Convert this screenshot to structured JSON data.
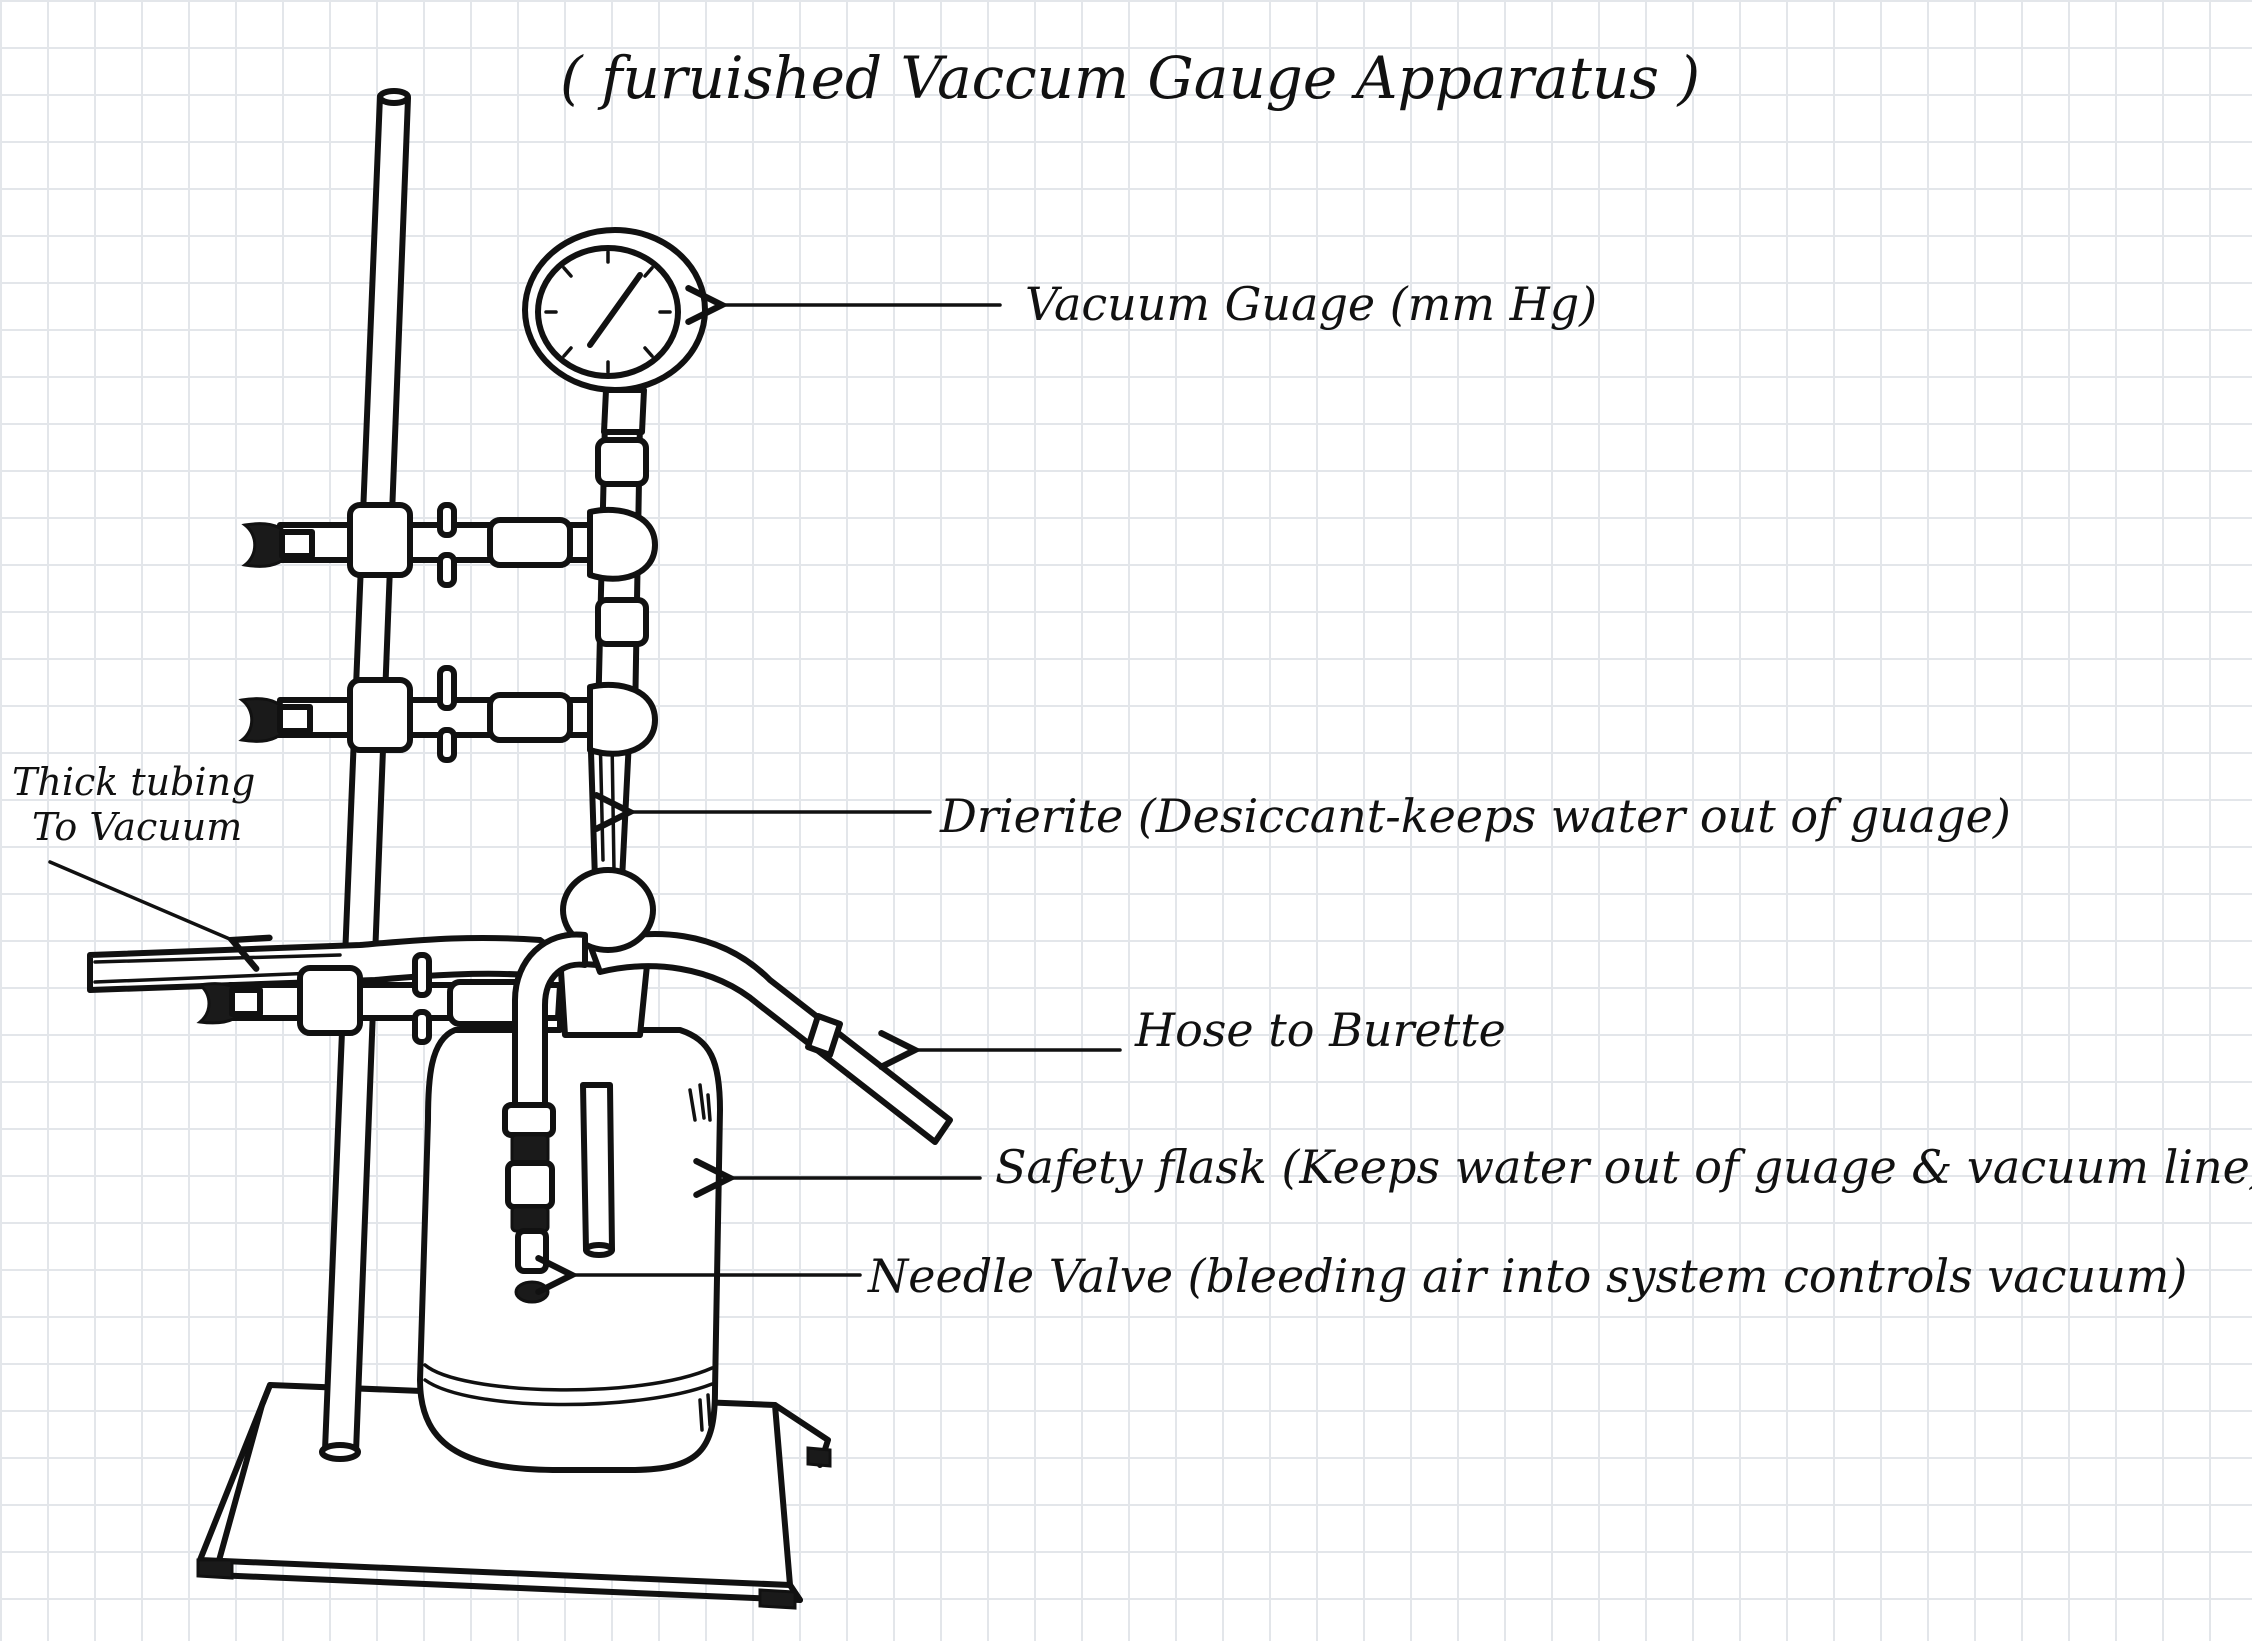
{
  "title": "( furuished Vaccum Gauge Apparatus )",
  "labels": {
    "vacuum_gauge": "Vacuum Guage (mm Hg)",
    "drierite": "Drierite (Desiccant-keeps water out of guage)",
    "hose_to_burette": "Hose to Burette",
    "safety_flask": "Safety flask (Keeps water out of guage & vacuum line)",
    "needle_valve": "Needle Valve (bleeding air into system controls vacuum)",
    "thick_tubing_line1": "Thick tubing",
    "thick_tubing_line2": "To Vacuum"
  },
  "colors": {
    "ink": "#111111",
    "paper": "#ffffff",
    "grid": "#e3e6ea"
  }
}
